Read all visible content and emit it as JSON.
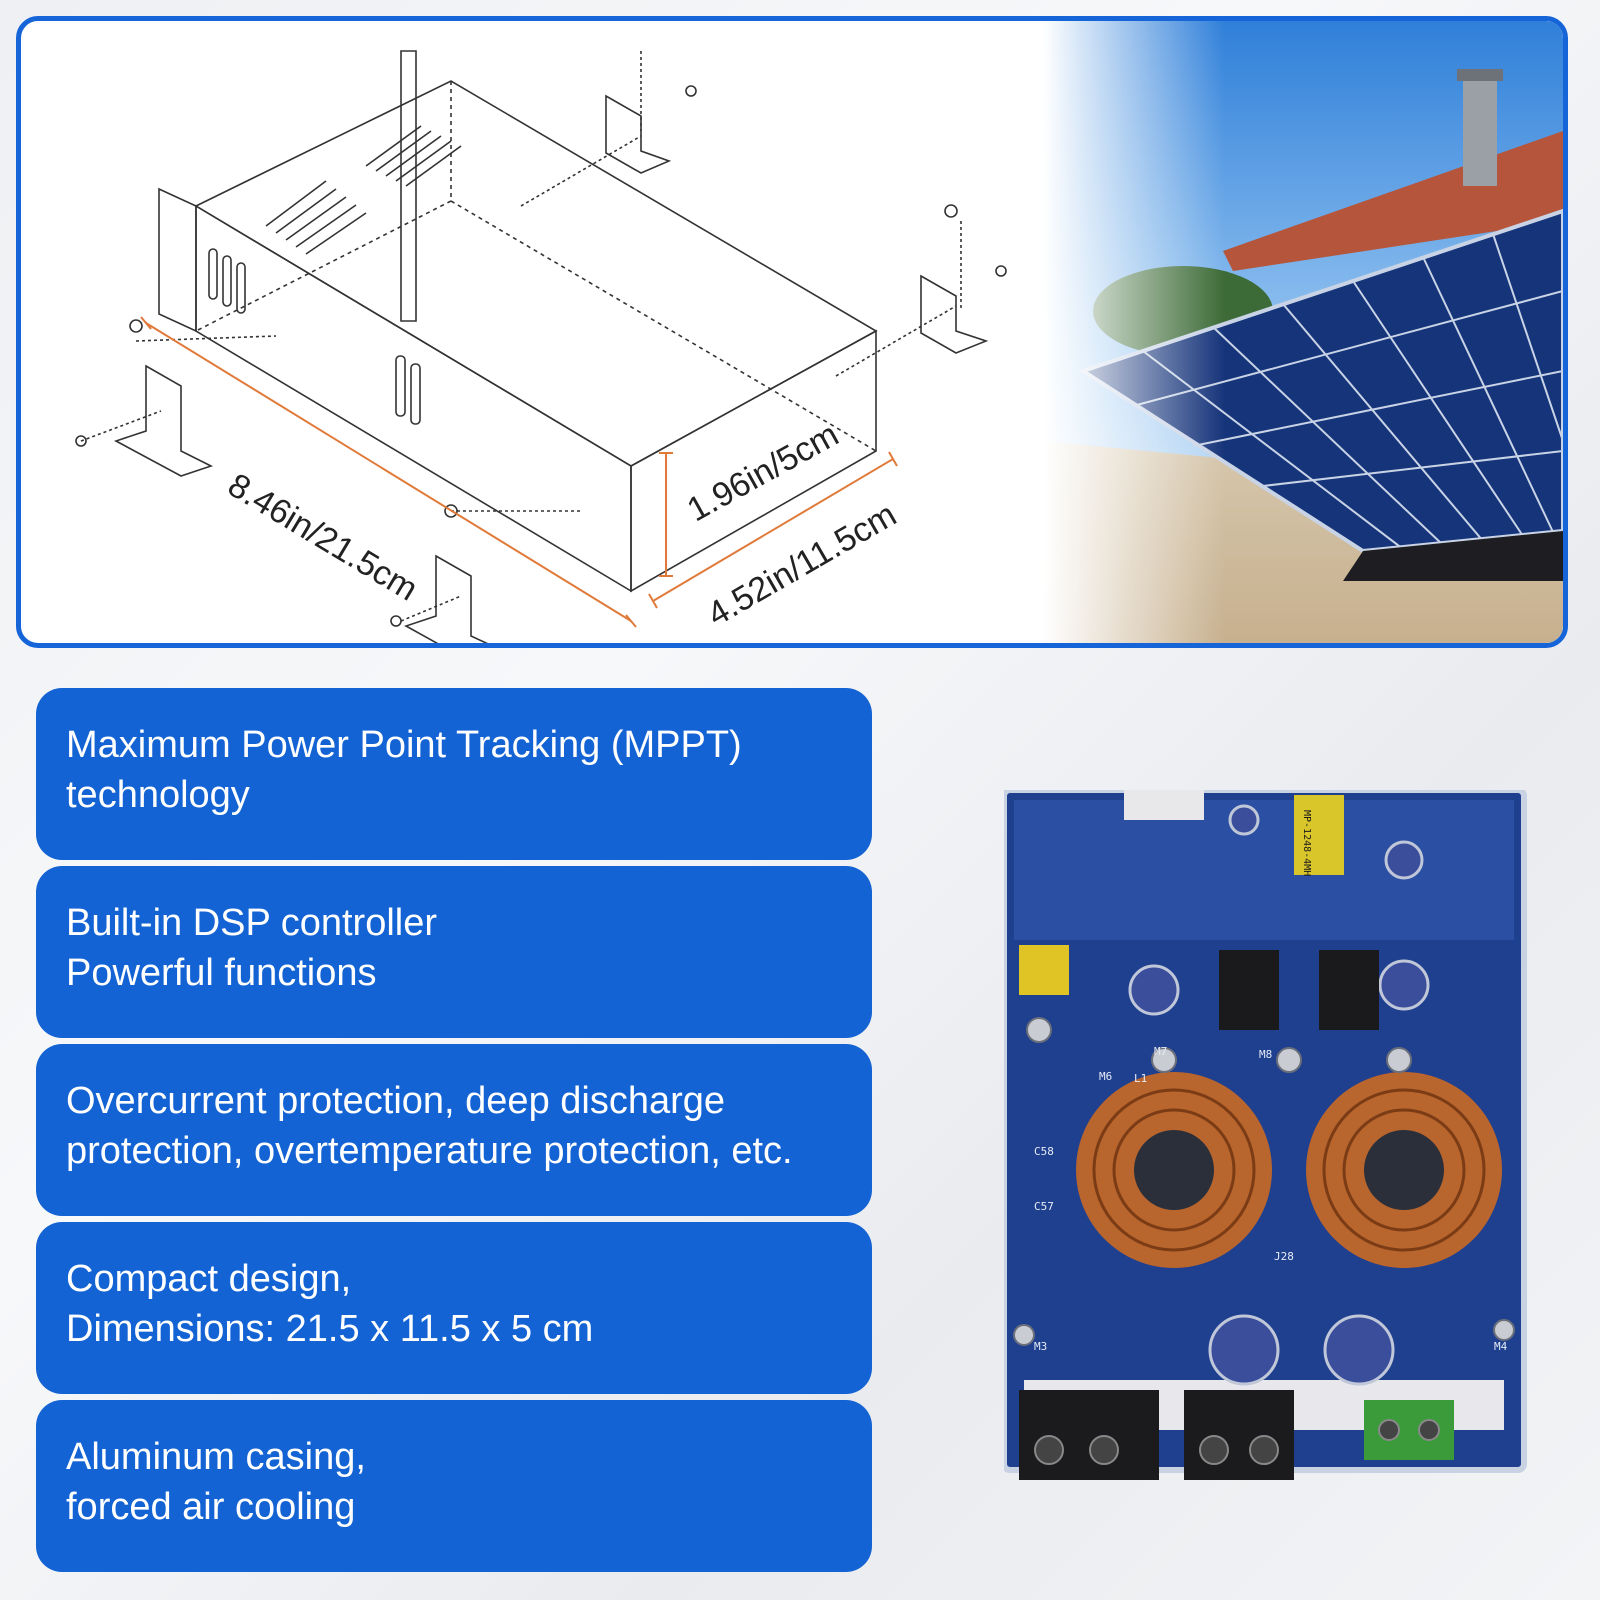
{
  "dimensions": {
    "length": "8.46in/21.5cm",
    "height": "1.96in/5cm",
    "width": "4.52in/11.5cm"
  },
  "features": [
    {
      "line1": "Maximum Power Point Tracking (MPPT)",
      "line2": "technology"
    },
    {
      "line1": "Built-in DSP controller",
      "line2": "Powerful functions"
    },
    {
      "line1": "Overcurrent protection, deep discharge",
      "line2": "protection, overtemperature protection, etc."
    },
    {
      "line1": "Compact design,",
      "line2": "Dimensions: 21.5 x 11.5 x 5 cm"
    },
    {
      "line1": "Aluminum casing,",
      "line2": "forced air cooling"
    }
  ],
  "pcb": {
    "inductor_label": "MP-1248-4MH",
    "labels": [
      "L1",
      "M7",
      "M6",
      "M8",
      "C58",
      "C57",
      "J28",
      "M3",
      "M4"
    ]
  },
  "colors": {
    "accent": "#1463d4",
    "frame": "#1565d8",
    "dimension_line": "#e07a3a",
    "pcb_board": "#1f3f8f"
  },
  "images": {
    "diagram": "exploded-housing-diagram",
    "photo": "rooftop-solar-panels",
    "board": "controller-circuit-board"
  }
}
